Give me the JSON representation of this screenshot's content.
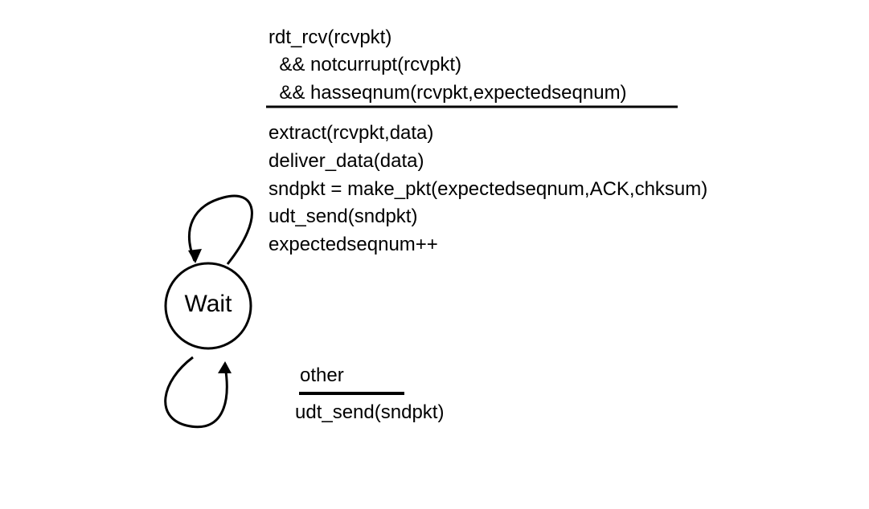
{
  "state": {
    "label": "Wait"
  },
  "transition_top": {
    "event_lines": [
      "rdt_rcv(rcvpkt)",
      "  && notcurrupt(rcvpkt)",
      "  && hasseqnum(rcvpkt,expectedseqnum)"
    ],
    "action_lines": [
      "extract(rcvpkt,data)",
      "deliver_data(data)",
      "sndpkt = make_pkt(expectedseqnum,ACK,chksum)",
      "udt_send(sndpkt)",
      "expectedseqnum++"
    ]
  },
  "transition_bottom": {
    "event": "other",
    "action": "udt_send(sndpkt)"
  }
}
